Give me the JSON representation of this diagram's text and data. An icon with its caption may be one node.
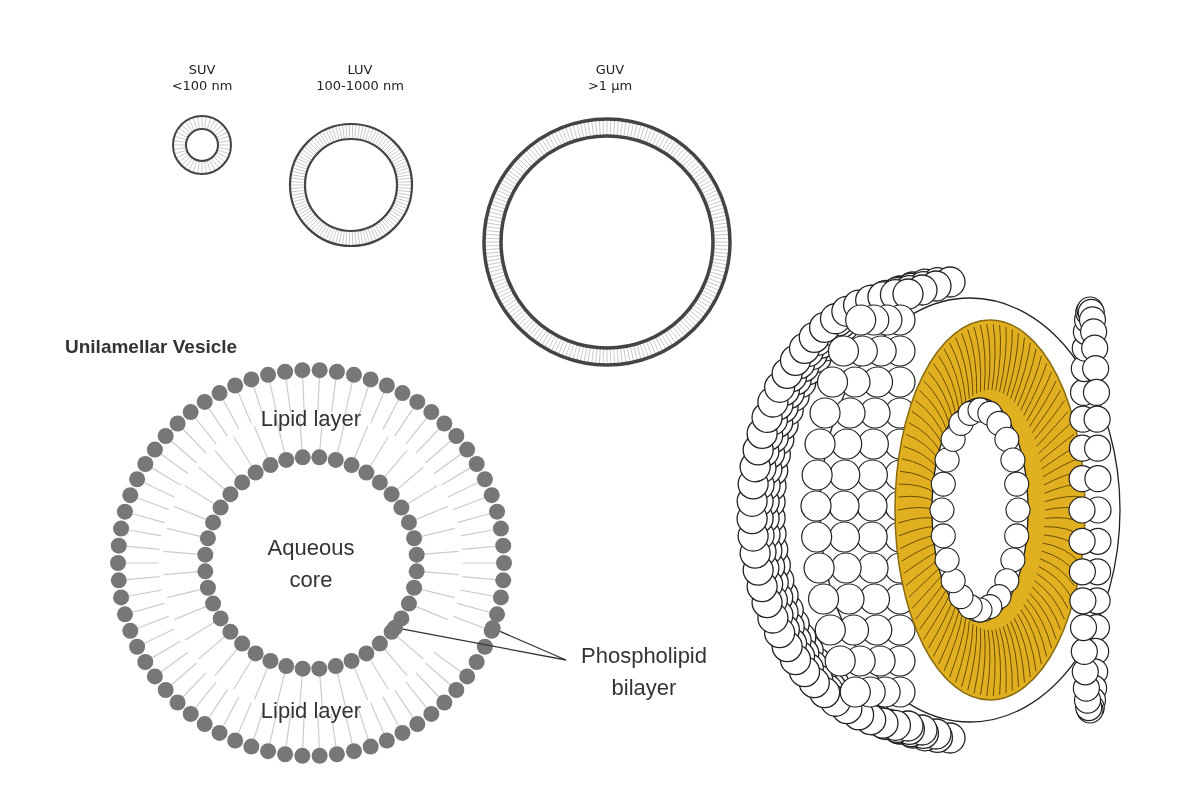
{
  "diagram": {
    "nodes": [
      {
        "text": [
          "Phospholipid bilayer"
        ]
      },
      {
        "text": [],
        "shape": "circle"
      },
      {
        "text": [],
        "shape": "circle"
      }
    ],
    "edges": [
      {
        "from": 0,
        "to": 1,
        "arrow": "none"
      },
      {
        "from": 0,
        "to": 2,
        "arrow": "none"
      }
    ],
    "labels": [
      "SUV",
      "<100 nm",
      "LUV",
      "100-1000 nm",
      "GUV",
      ">1 µm",
      "Unilamellar Vesicle",
      "Lipid layer",
      "Aqueous core",
      "Lipid layer"
    ]
  }
}
